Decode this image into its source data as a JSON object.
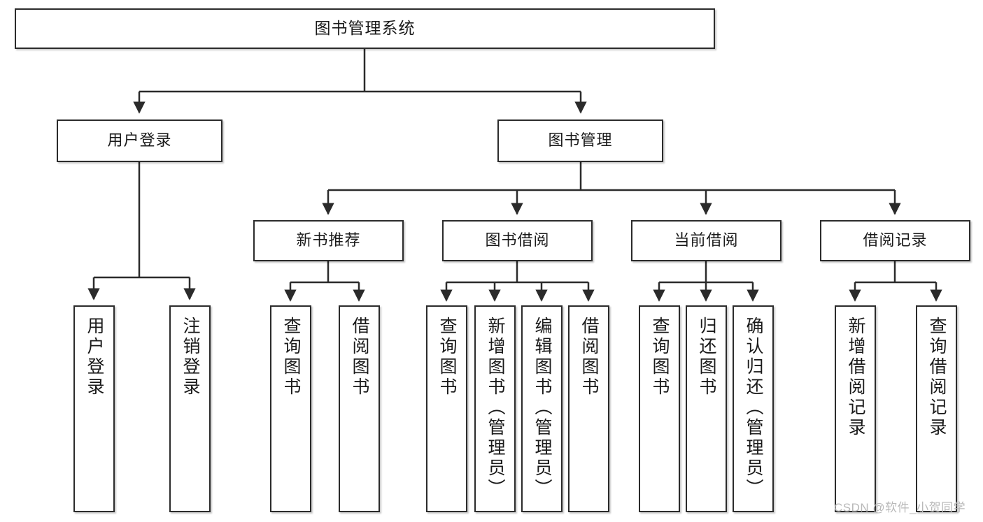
{
  "diagram": {
    "title": "图书管理系统",
    "type": "tree-hierarchy-chart",
    "colors": {
      "box_border": "#2b2b2b",
      "box_fill": "#ffffff",
      "edge": "#2b2b2b",
      "watermark": "#b9b9b9",
      "background": "#ffffff"
    }
  },
  "watermark": {
    "text": "CSDN @软件_小贺同学"
  },
  "nodes": {
    "root": {
      "label": "图书管理系统"
    },
    "level2": [
      {
        "label": "用户登录"
      },
      {
        "label": "图书管理"
      }
    ],
    "level3": [
      {
        "label": "新书推荐"
      },
      {
        "label": "图书借阅"
      },
      {
        "label": "当前借阅"
      },
      {
        "label": "借阅记录"
      }
    ],
    "leaves": {
      "user_login": [
        {
          "label": "用户登录"
        },
        {
          "label": "注销登录"
        }
      ],
      "new_book_recommend": [
        {
          "label": "查询图书"
        },
        {
          "label": "借阅图书"
        }
      ],
      "book_borrow": [
        {
          "label": "查询图书"
        },
        {
          "label": "新增图书（管理员）"
        },
        {
          "label": "编辑图书（管理员）"
        },
        {
          "label": "借阅图书"
        }
      ],
      "current_borrow": [
        {
          "label": "查询图书"
        },
        {
          "label": "归还图书"
        },
        {
          "label": "确认归还（管理员）"
        }
      ],
      "borrow_record": [
        {
          "label": "新增借阅记录"
        },
        {
          "label": "查询借阅记录"
        }
      ]
    }
  }
}
